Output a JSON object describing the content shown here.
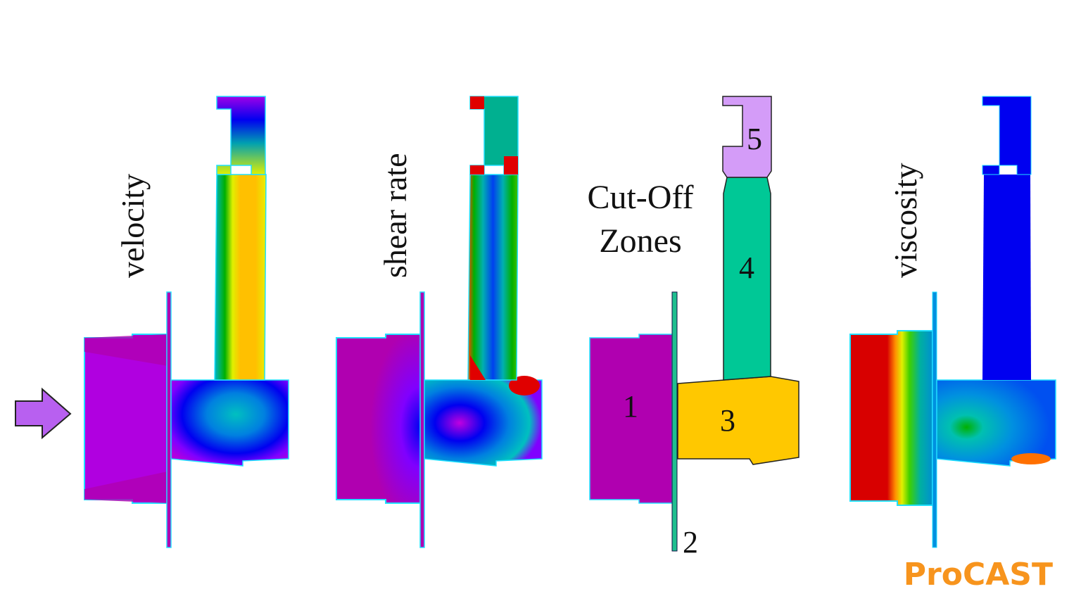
{
  "figure": {
    "panels": [
      {
        "id": "velocity",
        "label": "velocity"
      },
      {
        "id": "shear_rate",
        "label": "shear rate"
      },
      {
        "id": "cutoff_zones",
        "label_line1": "Cut-Off",
        "label_line2": "Zones",
        "zones": [
          {
            "number": "1",
            "color": "#b000b0"
          },
          {
            "number": "2",
            "color": "#1fbf8f"
          },
          {
            "number": "3",
            "color": "#ffc800"
          },
          {
            "number": "4",
            "color": "#00c896"
          },
          {
            "number": "5",
            "color": "#d49cf8"
          }
        ]
      },
      {
        "id": "viscosity",
        "label": "viscosity"
      }
    ],
    "inflow_arrow": {
      "icon": "right-arrow-icon",
      "color": "#b860f0"
    },
    "brand": {
      "text": "ProCAST",
      "color": "#f7941d"
    }
  }
}
